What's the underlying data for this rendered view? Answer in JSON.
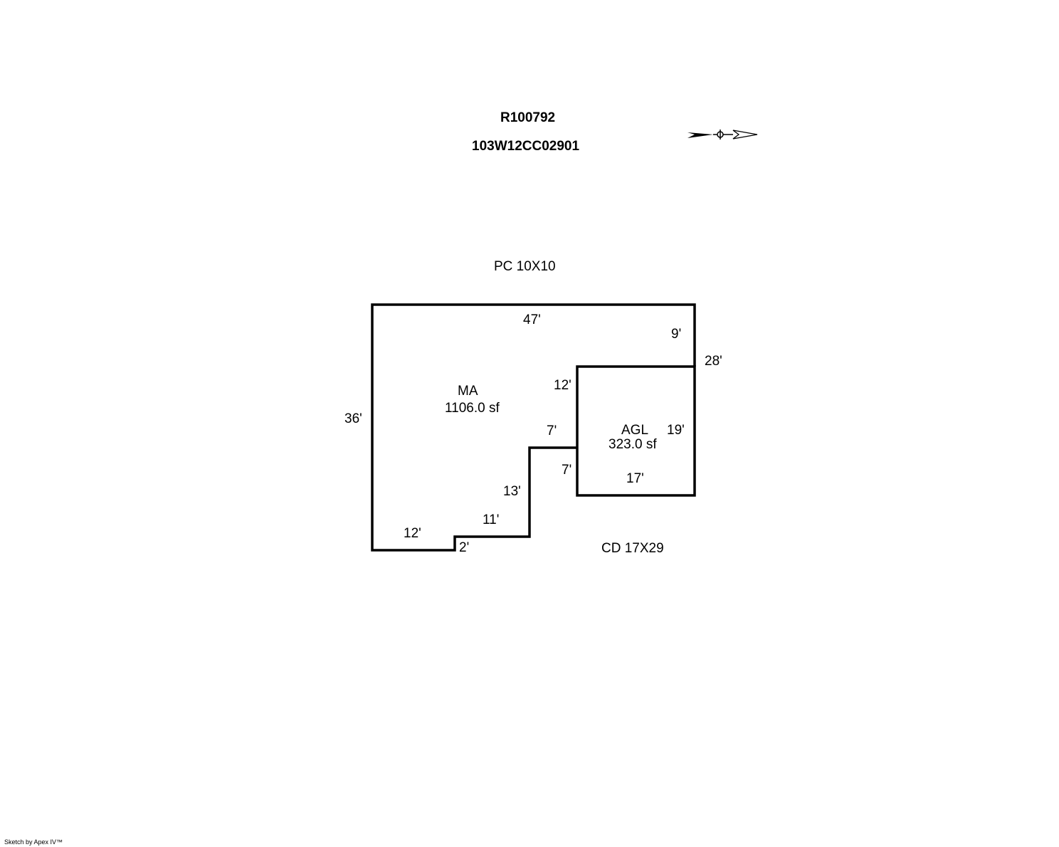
{
  "header": {
    "parcel_id": "R100792",
    "map_number": "103W12CC02901"
  },
  "annotations": {
    "porch": "PC 10X10",
    "deck": "CD 17X29"
  },
  "areas": {
    "main": {
      "code": "MA",
      "area": "1106.0 sf"
    },
    "garage": {
      "code": "AGL",
      "area": "323.0 sf"
    }
  },
  "dimensions": {
    "top": "47'",
    "top_right_upper": "9'",
    "right_total": "28'",
    "left": "36'",
    "garage_left_upper": "12'",
    "step_top": "7'",
    "garage_left_lower": "7'",
    "step_right": "13'",
    "step_bottom": "11'",
    "bottom_left": "12'",
    "notch": "2'",
    "garage_right": "19'",
    "garage_bottom": "17'"
  },
  "footer": {
    "credit": "Sketch by Apex IV™"
  },
  "colors": {
    "line": "#000000",
    "background": "#ffffff"
  }
}
